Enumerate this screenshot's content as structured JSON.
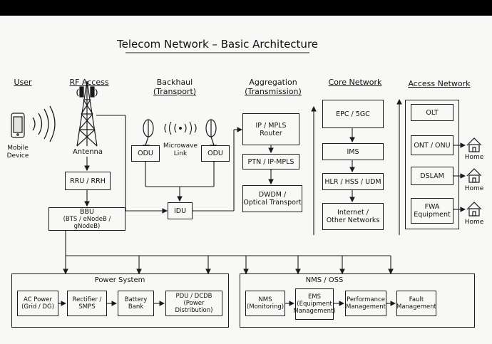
{
  "title": "Telecom Network – Basic Architecture",
  "sections": {
    "user": "User",
    "rf_access": "RF Access",
    "backhaul": "Backhaul",
    "backhaul_sub": "(Transport)",
    "aggregation": "Aggregation",
    "aggregation_sub": "(Transmission)",
    "core": "Core Network",
    "access": "Access Network"
  },
  "user": {
    "device_line1": "Mobile",
    "device_line2": "Device"
  },
  "rf": {
    "antenna": "Antenna",
    "rru": "RRU / RRH",
    "bbu_line1": "BBU",
    "bbu_line2": "(BTS / eNodeB / gNodeB)"
  },
  "backhaul": {
    "odu_left": "ODU",
    "odu_right": "ODU",
    "link_line1": "Microwave",
    "link_line2": "Link",
    "idu": "IDU"
  },
  "aggregation": {
    "router_line1": "IP / MPLS",
    "router_line2": "Router",
    "ptn": "PTN / IP-MPLS",
    "dwdm_line1": "DWDM /",
    "dwdm_line2": "Optical Transport"
  },
  "core": {
    "epc": "EPC / 5GC",
    "ims": "IMS",
    "hlr": "HLR / HSS / UDM",
    "internet_line1": "Internet /",
    "internet_line2": "Other Networks"
  },
  "access": {
    "olt": "OLT",
    "ont": "ONT / ONU",
    "dslam": "DSLAM",
    "fwa_line1": "FWA",
    "fwa_line2": "Equipment",
    "home1": "Home",
    "home2": "Home",
    "home3": "Home"
  },
  "power": {
    "title": "Power System",
    "ac_line1": "AC Power",
    "ac_line2": "(Grid / DG)",
    "rect_line1": "Rectifier /",
    "rect_line2": "SMPS",
    "battery_line1": "Battery",
    "battery_line2": "Bank",
    "pdu_line1": "PDU / DCDB",
    "pdu_line2": "(Power Distribution)"
  },
  "nms": {
    "title": "NMS / OSS",
    "nms_line1": "NMS",
    "nms_line2": "(Monitoring)",
    "ems_line1": "EMS",
    "ems_line2": "(Equipment",
    "ems_line3": "Management)",
    "perf_line1": "Performance",
    "perf_line2": "Management",
    "fault_line1": "Fault",
    "fault_line2": "Management"
  }
}
